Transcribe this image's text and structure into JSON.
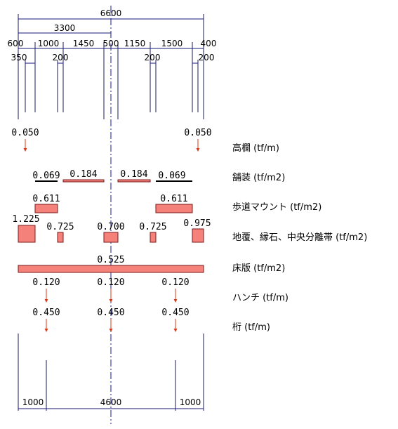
{
  "dimensions": {
    "total": "6600",
    "half": "3300",
    "row": [
      "600",
      "1000",
      "1450",
      "500",
      "1150",
      "1500",
      "400"
    ],
    "small": [
      "350",
      "200",
      "200",
      "200"
    ],
    "bottom": [
      "1000",
      "4600",
      "1000"
    ]
  },
  "loads": {
    "koran": {
      "label": "高欄 (tf/m)",
      "values": [
        "0.050",
        "0.050"
      ]
    },
    "hoso": {
      "label": "舗装 (tf/m2)",
      "values": [
        "0.069",
        "0.184",
        "0.184",
        "0.069"
      ]
    },
    "hodo": {
      "label": "歩道マウント (tf/m2)",
      "values": [
        "0.611",
        "0.611"
      ]
    },
    "jifuku": {
      "label": "地覆、縁石、中央分離帯 (tf/m2)",
      "values": [
        "1.225",
        "0.725",
        "0.700",
        "0.725",
        "0.975"
      ]
    },
    "shoban": {
      "label": "床版 (tf/m2)",
      "values": [
        "0.525"
      ]
    },
    "hanchi": {
      "label": "ハンチ (tf/m)",
      "values": [
        "0.120",
        "0.120",
        "0.120"
      ]
    },
    "keta": {
      "label": "桁 (tf/m)",
      "values": [
        "0.450",
        "0.450",
        "0.450"
      ]
    }
  },
  "colors": {
    "dimension_line": "#1a1a7a",
    "block_fill": "#f4827b",
    "block_stroke": "#7a1a1a",
    "arrow": "#d93a1a",
    "centerline": "#1a1a9a"
  }
}
